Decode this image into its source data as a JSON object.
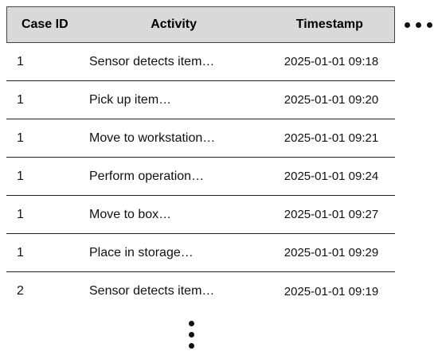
{
  "table": {
    "headers": {
      "case_id": "Case ID",
      "activity": "Activity",
      "timestamp": "Timestamp"
    },
    "rows": [
      {
        "case_id": "1",
        "activity": "Sensor detects item…",
        "timestamp": "2025-01-01 09:18"
      },
      {
        "case_id": "1",
        "activity": "Pick up item…",
        "timestamp": "2025-01-01 09:20"
      },
      {
        "case_id": "1",
        "activity": "Move to workstation…",
        "timestamp": "2025-01-01 09:21"
      },
      {
        "case_id": "1",
        "activity": "Perform operation…",
        "timestamp": "2025-01-01 09:24"
      },
      {
        "case_id": "1",
        "activity": "Move to box…",
        "timestamp": "2025-01-01 09:27"
      },
      {
        "case_id": "1",
        "activity": "Place in storage…",
        "timestamp": "2025-01-01 09:29"
      },
      {
        "case_id": "2",
        "activity": "Sensor detects item…",
        "timestamp": "2025-01-01 09:19"
      }
    ]
  },
  "indicators": {
    "more_columns": "more-columns-ellipsis-icon",
    "more_rows": "more-rows-ellipsis-icon"
  }
}
